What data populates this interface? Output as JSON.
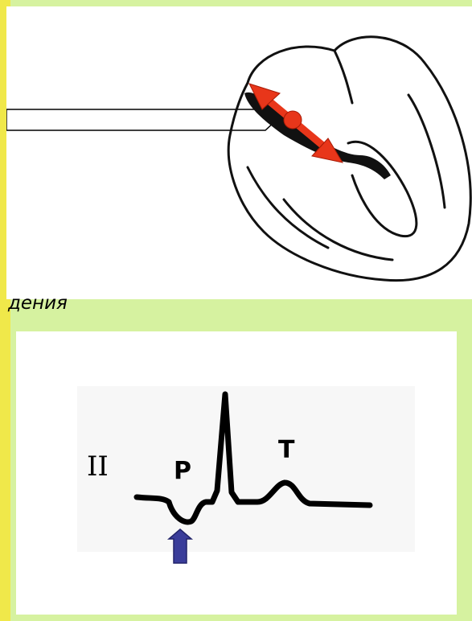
{
  "caption": "дения",
  "ecg": {
    "lead": "II",
    "p_wave": "P",
    "t_wave": "T"
  },
  "colors": {
    "background": "#d6f2a0",
    "left_bar": "#f0e84a",
    "double_arrow": "#e8361a",
    "marker_arrow": "#3a3d9a"
  }
}
